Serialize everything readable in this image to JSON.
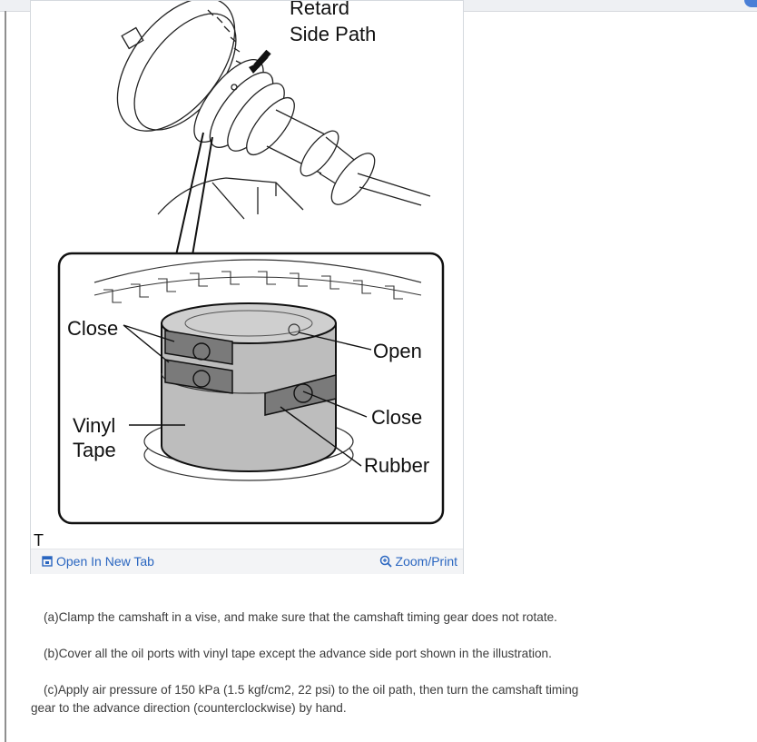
{
  "figure": {
    "labels": {
      "top_line1": "Retard",
      "top_line2": "Side Path",
      "close_upper": "Close",
      "open": "Open",
      "vinyl_line1": "Vinyl",
      "vinyl_line2": "Tape",
      "close_lower": "Close",
      "rubber": "Rubber",
      "corner_mark": "T"
    },
    "footer": {
      "open_new_tab": "Open In New Tab",
      "zoom_print": "Zoom/Print"
    },
    "icons": {
      "open_new_tab": "external-window-icon",
      "zoom_print": "magnifier-plus-icon"
    }
  },
  "instructions": [
    "(a)Clamp the camshaft in a vise, and make sure that the camshaft timing gear does not rotate.",
    "(b)Cover all the oil ports with vinyl tape except the advance side port shown in the illustration.",
    "(c)Apply air pressure of 150 kPa (1.5 kgf/cm2, 22 psi) to the oil path, then turn the camshaft timing gear to the advance direction (counterclockwise) by hand."
  ],
  "colors": {
    "link": "#2a66c0",
    "text": "#3c3c3c",
    "cylinder_fill": "#bdbdbd",
    "block_fill": "#7a7a7a"
  }
}
